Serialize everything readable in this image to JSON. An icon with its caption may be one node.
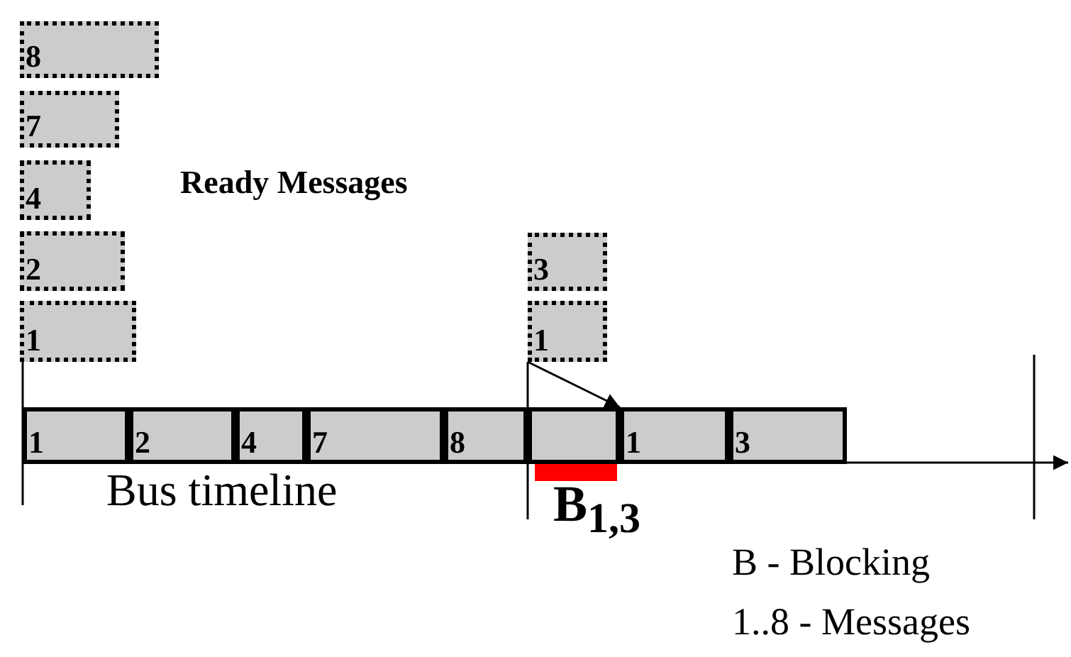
{
  "diagram": {
    "nodes": [
      {
        "text": [
          "8"
        ]
      },
      {
        "text": [
          "7"
        ]
      },
      {
        "text": [
          "4"
        ]
      },
      {
        "text": [
          "2"
        ]
      },
      {
        "text": [
          "1"
        ]
      },
      {
        "text": [
          "3"
        ]
      },
      {
        "text": [
          "1"
        ]
      },
      {
        "text": [
          "1"
        ]
      },
      {
        "text": [
          "2"
        ]
      },
      {
        "text": [
          "4"
        ]
      },
      {
        "text": [
          "7"
        ]
      },
      {
        "text": [
          "8"
        ]
      },
      {
        "text": [],
        "shape": "box"
      },
      {
        "text": [
          "1"
        ]
      },
      {
        "text": [
          "3"
        ]
      }
    ],
    "edges": [
      {
        "from": 6,
        "to": 13,
        "arrow": "to"
      }
    ],
    "labels": [
      "Ready Messages",
      "Bus timeline",
      "B$_{1,3}$",
      "B - Blocking",
      "1..8 - Messages"
    ]
  }
}
